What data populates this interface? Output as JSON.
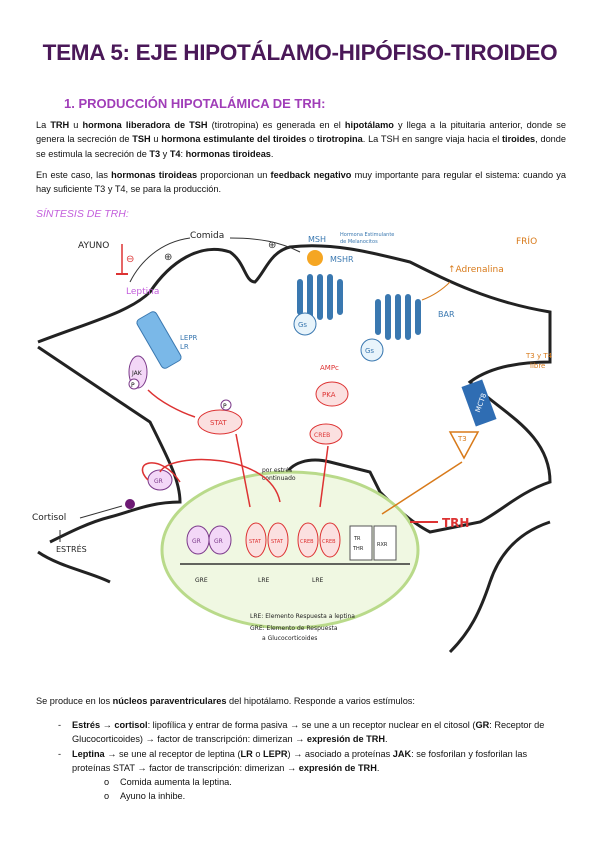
{
  "title": "TEMA 5: EJE HIPOTÁLAMO-HIPÓFISO-TIROIDEO",
  "section1": "1. PRODUCCIÓN HIPOTALÁMICA DE TRH:",
  "p1": {
    "a": "La ",
    "b1": "TRH",
    "c": " u ",
    "b2": "hormona liberadora de TSH",
    "d": " (tirotropina) es generada en el ",
    "b3": "hipotálamo",
    "e": " y llega a la pituitaria anterior, donde se genera la secreción de ",
    "b4": "TSH",
    "f": " u ",
    "b5": "hormona estimulante del tiroides",
    "g": " o ",
    "b6": "tirotropina",
    "h": ". La TSH en sangre viaja hacia el ",
    "b7": "tiroides",
    "i": ", donde se estimula la secreción de ",
    "b8": "T3",
    "j": " y ",
    "b9": "T4",
    "k": ": ",
    "b10": "hormonas tiroideas",
    "l": "."
  },
  "p2": {
    "a": "En este caso, las ",
    "b1": "hormonas tiroideas",
    "c": " proporcionan un ",
    "b2": "feedback negativo",
    "d": " muy importante para regular el sistema: cuando ya hay suficiente T3 y T4, se para la producción."
  },
  "subtitle": "SÍNTESIS DE TRH:",
  "diagram": {
    "ayuno": "AYUNO",
    "comida": "Comida",
    "minus": "⊖",
    "plus": "⊕",
    "leptina": "Leptina",
    "lepr": "LEPR",
    "lr": "LR",
    "jak": "JAK",
    "p": "P",
    "stat": "STAT",
    "msh": "MSH",
    "msh_note1": "Hormona Estimulante",
    "msh_note2": "de Melanocitos",
    "mshr": "MSHR",
    "gs": "Gs",
    "bar": "BAR",
    "frio": "FRÍO",
    "adrenalina": "↑Adrenalina",
    "amp": "AMPc",
    "pka": "PKA",
    "creb": "CREB",
    "t3t4": "T3 y T4",
    "libre": "libre",
    "mct8": "MCT8",
    "t3": "T3",
    "gr": "GR",
    "cortisol": "Cortisol",
    "estres": "ESTRÉS",
    "note1": "por estrés",
    "note2": "continuado",
    "trh": "TRH",
    "thr": "TR",
    "thr2": "THR",
    "rxr": "RXR",
    "gre": "GRE",
    "lre": "LRE",
    "legend1": "LRE: Elemento Respuesta a leptina",
    "legend2": "GRE: Elemento de Respuesta",
    "legend3": "a Glucocorticoides"
  },
  "p3": {
    "a": "Se produce en los ",
    "b1": "núcleos paraventriculares",
    "c": " del hipotálamo. Responde a varios estímulos:"
  },
  "bullets": [
    {
      "dash": "-",
      "b1": "Estrés",
      "a": " → ",
      "b2": "cortisol",
      "c": ": lipofílica y entrar de forma pasiva → se une a un receptor nuclear en el citosol (",
      "b3": "GR",
      "d": ": Receptor de Glucocorticoides) → factor de transcripción: dimerizan → ",
      "b4": "expresión de TRH",
      "e": "."
    },
    {
      "dash": "-",
      "b1": "Leptina",
      "a": " → se une al receptor de leptina (",
      "b2": "LR",
      "c": " o ",
      "b3": "LEPR",
      "d": ") → asociado a proteínas ",
      "b4": "JAK",
      "e": ": se fosforilan y fosforilan las proteínas STAT → factor de transcripción: dimerizan → ",
      "b5": "expresión de TRH",
      "f": "."
    }
  ],
  "subbullets": [
    {
      "o": "o",
      "text": "Comida aumenta la leptina."
    },
    {
      "o": "o",
      "text": "Ayuno la inhibe."
    }
  ]
}
